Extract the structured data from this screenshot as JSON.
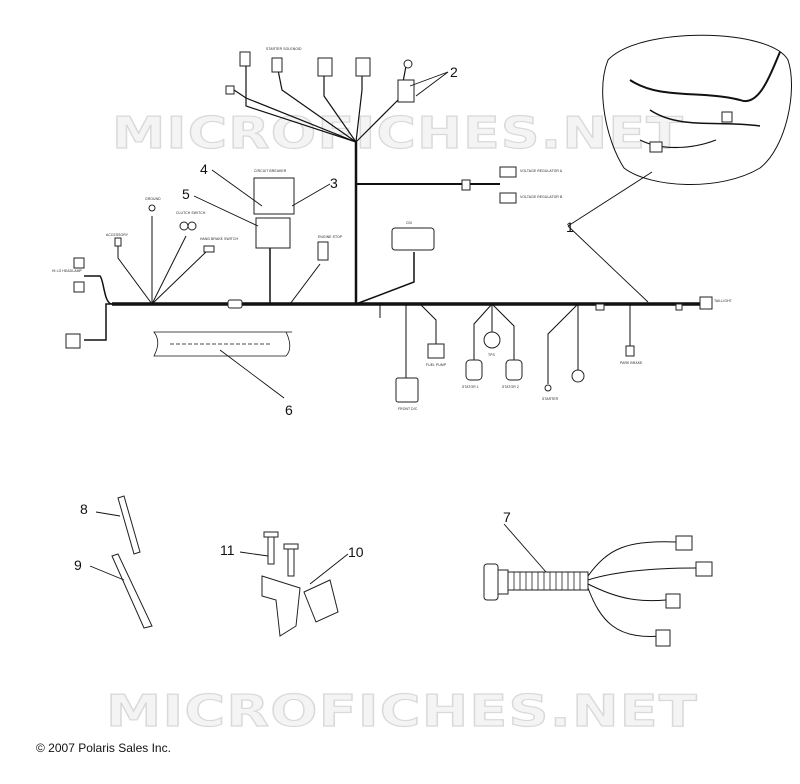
{
  "watermark": "MICROFICHES.NET",
  "copyright": "© 2007 Polaris Sales Inc.",
  "callouts": [
    "1",
    "2",
    "3",
    "4",
    "5",
    "6",
    "7",
    "8",
    "9",
    "10",
    "11"
  ],
  "labels": {
    "circuit_breaker": "CIRCUIT BREAKER",
    "cdi": "CDI",
    "voltage_regulator_a": "VOLTAGE REGULATOR A",
    "voltage_regulator_b": "VOLTAGE REGULATOR B",
    "taillight": "TAILLIGHT",
    "front_dc": "FRONT D/C",
    "stator_1": "STATOR 1",
    "stator_2": "STATOR 2",
    "tps": "TPS",
    "fuel_pump": "FUEL PUMP",
    "starter": "STARTER",
    "park_brake": "PARK BRAKE",
    "accessory": "ACCESSORY",
    "ground": "GROUND",
    "clutch_switch": "CLUTCH SWITCH",
    "hand_brake_switch": "HAND BRAKE SWITCH",
    "engine_stop": "ENGINE STOP",
    "starter_solenoid": "STARTER SOLENOID",
    "hi_lo_headlamp": "HI LO HEADLAMP"
  },
  "colors": {
    "ink": "#111111",
    "watermark_fill": "#f4f4f4",
    "watermark_stroke": "#d9d9d9"
  }
}
